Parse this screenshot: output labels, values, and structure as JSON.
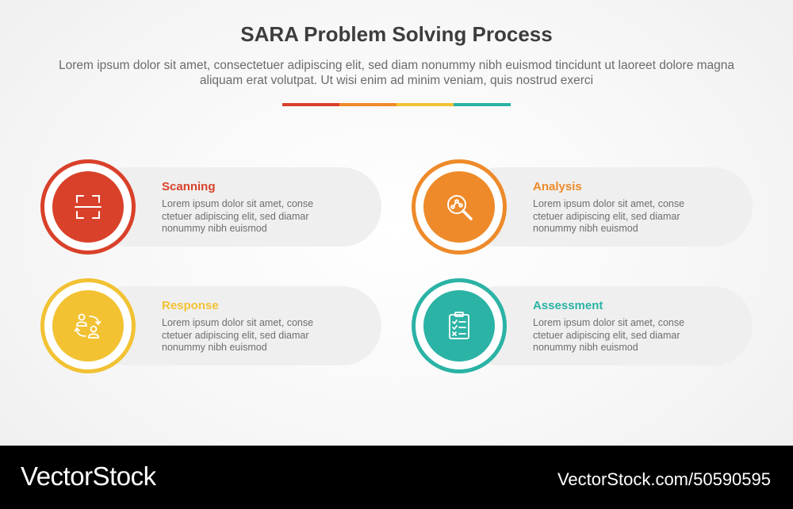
{
  "header": {
    "title": "SARA Problem Solving Process",
    "subtitle": "Lorem ipsum dolor sit amet, consectetuer adipiscing elit, sed diam nonummy nibh euismod tincidunt ut laoreet dolore magna aliquam erat volutpat. Ut wisi enim ad minim veniam, quis nostrud exerci",
    "divider_colors": [
      "#d9412a",
      "#ee8a2a",
      "#f2c233",
      "#2bb3a5"
    ]
  },
  "steps": [
    {
      "title": "Scanning",
      "text": "Lorem ipsum dolor sit amet, conse ctetuer adipiscing elit, sed diamar nonummy nibh euismod",
      "color": "#d9412a",
      "icon": "scan-frame-icon"
    },
    {
      "title": "Analysis",
      "text": "Lorem ipsum dolor sit amet, conse ctetuer adipiscing elit, sed diamar nonummy nibh euismod",
      "color": "#ee8a2a",
      "icon": "magnifier-analysis-icon"
    },
    {
      "title": "Response",
      "text": "Lorem ipsum dolor sit amet, conse ctetuer adipiscing elit, sed diamar nonummy nibh euismod",
      "color": "#f2c233",
      "icon": "people-exchange-icon"
    },
    {
      "title": "Assessment",
      "text": "Lorem ipsum dolor sit amet, conse ctetuer adipiscing elit, sed diamar nonummy nibh euismod",
      "color": "#2bb3a5",
      "icon": "clipboard-checklist-icon"
    }
  ],
  "footer": {
    "brand": "VectorStock",
    "image_id": "VectorStock.com/50590595"
  }
}
